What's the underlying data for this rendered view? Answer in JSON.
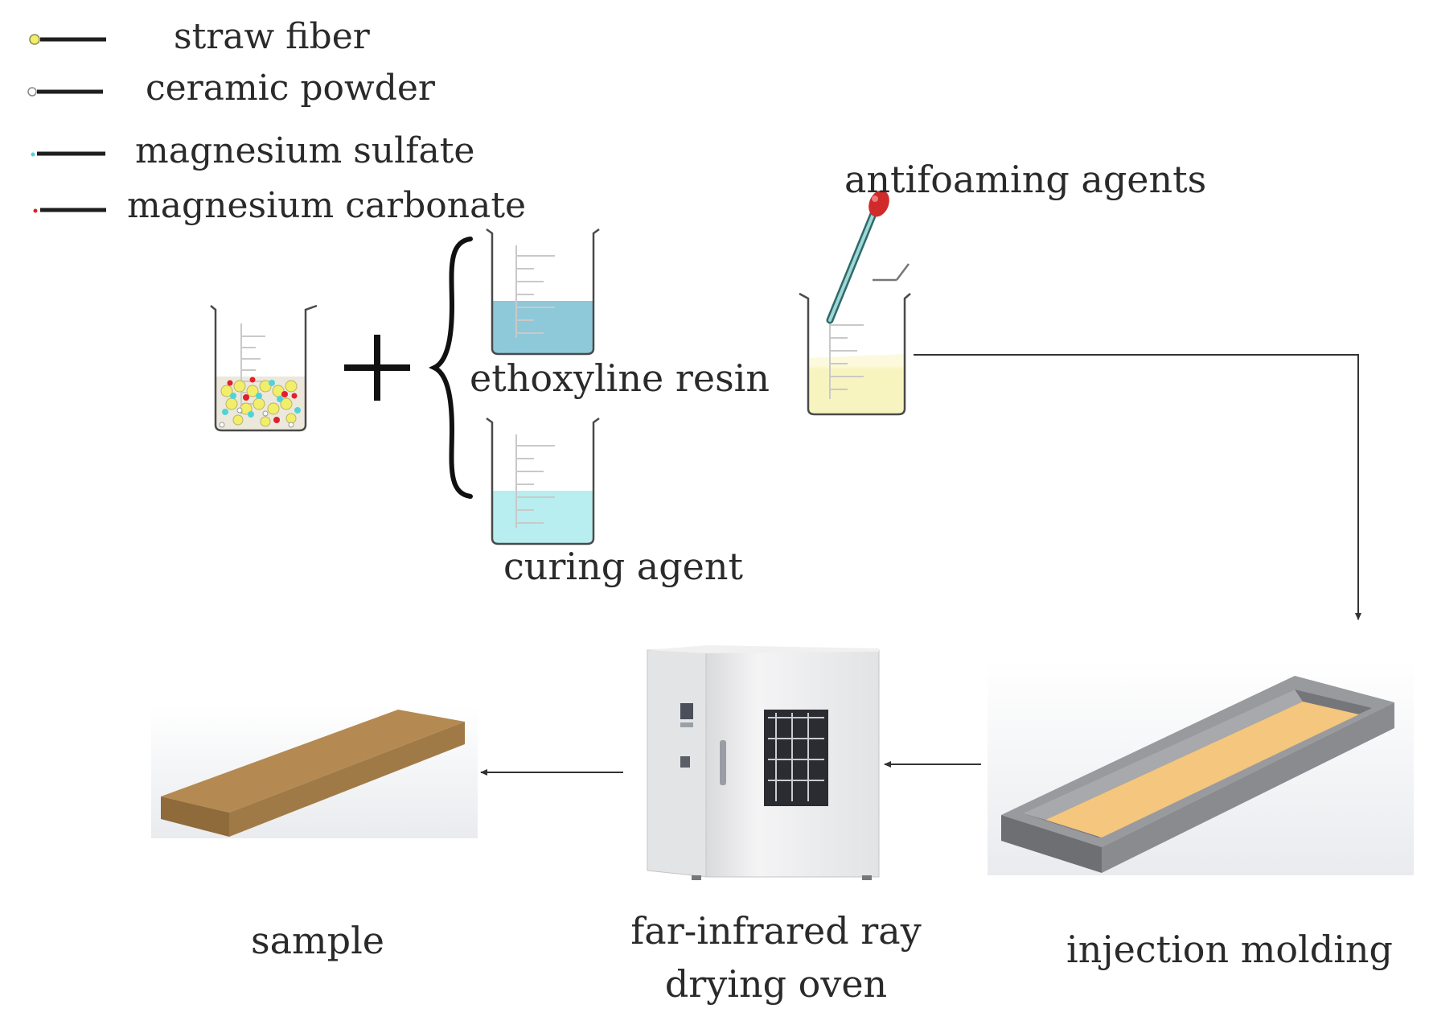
{
  "legend": [
    {
      "label": "straw fiber",
      "marker": "circle",
      "color": "#f2ee6a"
    },
    {
      "label": "ceramic powder",
      "marker": "circle",
      "color": "#ffffff"
    },
    {
      "label": "magnesium sulfate",
      "marker": "dot",
      "color": "#4fd3d8"
    },
    {
      "label": "magnesium carbonate",
      "marker": "dot",
      "color": "#e0202a"
    }
  ],
  "labels": {
    "resin": "ethoxyline resin",
    "curing": "curing agent",
    "antifoam": "antifoaming agents",
    "molding": "injection molding",
    "oven_line1": "far-infrared ray",
    "oven_line2": "drying oven",
    "sample": "sample"
  },
  "colors": {
    "resin_liquid": "#8ec9d9",
    "curing_liquid": "#b8eef0",
    "antifoam_liquid": "#f7f3b8",
    "mold_fill": "#f4c67e",
    "mold_body": "#8a8b8f",
    "sample_board": "#b48a52",
    "dropper_bulb": "#d12a2a"
  }
}
